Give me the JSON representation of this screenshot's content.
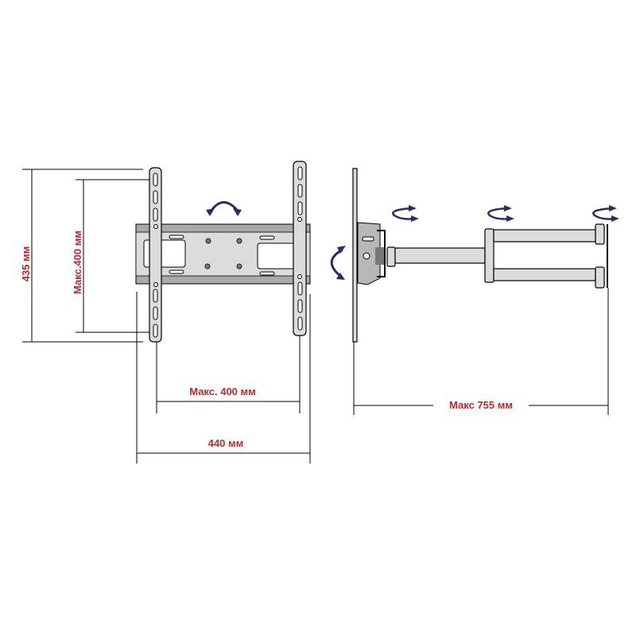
{
  "dimensions": {
    "height_total": "435 мм",
    "vesa_vertical_max": "Макс.400 мм",
    "vesa_horizontal_max": "Макс. 400 мм",
    "width_total": "440 мм",
    "extension_max": "Макс 755 мм"
  },
  "colors": {
    "label": "#c0272d",
    "arrow": "#2b2a6e",
    "metal": "#dcdcdc"
  }
}
